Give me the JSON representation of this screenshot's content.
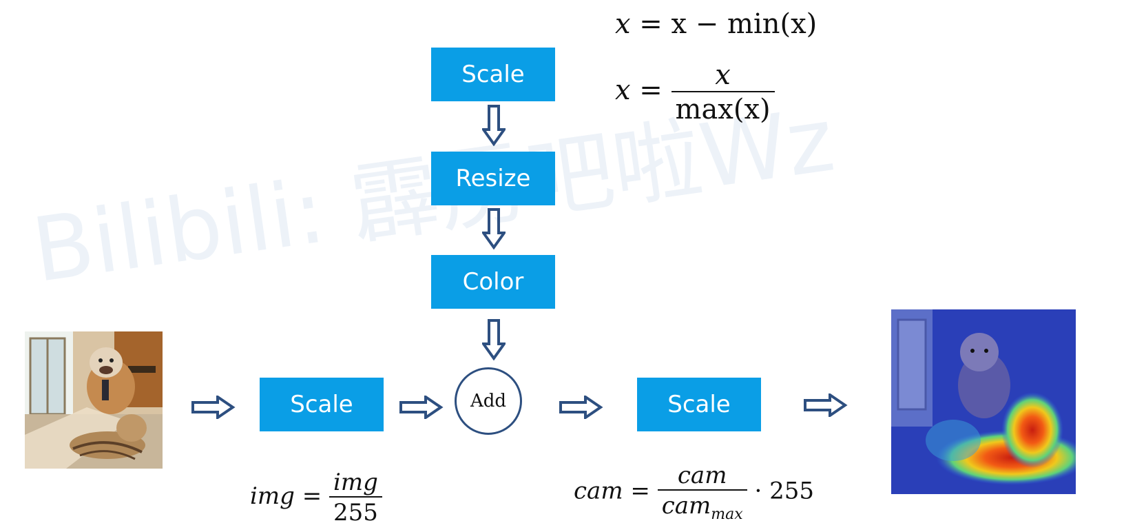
{
  "watermark": "Bilibili: 霹雳吧啦Wz",
  "pipeline": {
    "scale_top": "Scale",
    "resize": "Resize",
    "color": "Color",
    "scale_left": "Scale",
    "add": "Add",
    "scale_right": "Scale"
  },
  "formulas": {
    "min_lhs": "x",
    "min_eq": "=",
    "min_rhs": "x − min(x)",
    "max_lhs": "x",
    "max_eq": "=",
    "max_num": "x",
    "max_den": "max(x)",
    "img_lhs": "img",
    "img_eq": "=",
    "img_num": "img",
    "img_den": "255",
    "cam_lhs": "cam",
    "cam_eq": "=",
    "cam_num": "cam",
    "cam_den": "cam",
    "cam_den_sub": "max",
    "cam_mult": "· 255"
  },
  "colors": {
    "box": "#0a9ee6",
    "arrow": "#2d4f80"
  },
  "icons": {
    "input_image": "dog-cat-photo",
    "output_image": "heatmap-overlay-photo"
  }
}
